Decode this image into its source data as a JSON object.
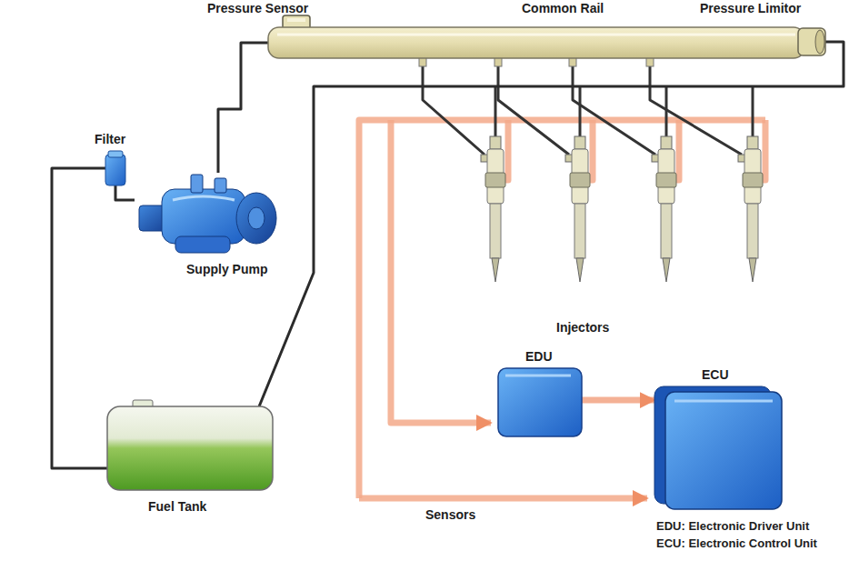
{
  "diagram": {
    "nodes": [
      {
        "text": [
          "Pressure Sensor"
        ]
      },
      {
        "text": [
          "Common Rail"
        ]
      },
      {
        "text": [
          "Pressure Limitor"
        ]
      },
      {
        "text": [
          "Filter"
        ]
      },
      {
        "text": [
          "Supply Pump"
        ]
      },
      {
        "text": [
          "Fuel Tank"
        ]
      },
      {
        "text": [
          "EDU"
        ]
      },
      {
        "text": [
          "ECU"
        ]
      }
    ],
    "edges": [
      {
        "from": 5,
        "to": 3,
        "arrow": "none"
      },
      {
        "from": 3,
        "to": 4,
        "arrow": "none"
      },
      {
        "from": 4,
        "to": 1,
        "arrow": "none"
      },
      {
        "from": 2,
        "to": 5,
        "arrow": "none"
      },
      {
        "from": 6,
        "to": 7,
        "arrow": "to"
      }
    ],
    "labels": [
      "Injectors",
      "Sensors",
      "EDU: Electronic Driver Unit",
      "ECU: Electronic Control Unit"
    ]
  }
}
